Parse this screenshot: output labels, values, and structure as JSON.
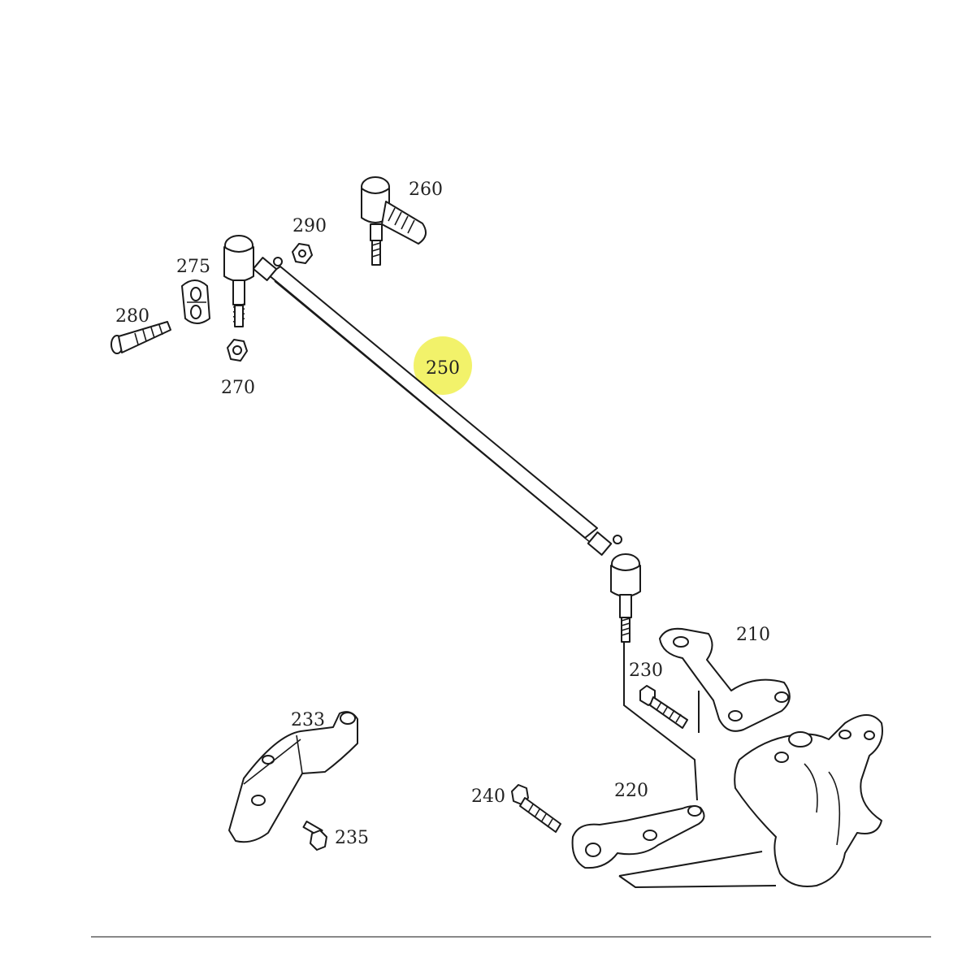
{
  "colors": {
    "highlight": "#f2f26a",
    "line": "#1a1a1a",
    "background": "#ffffff",
    "rule": "#888888"
  },
  "parts": {
    "p210": "210",
    "p220": "220",
    "p230": "230",
    "p233": "233",
    "p235": "235",
    "p240": "240",
    "p250": "250",
    "p260": "260",
    "p270": "270",
    "p275": "275",
    "p280": "280",
    "p290": "290"
  }
}
